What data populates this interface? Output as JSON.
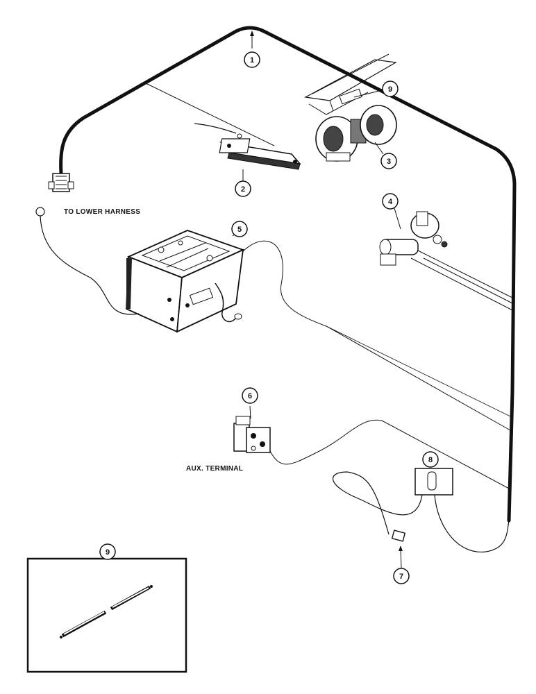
{
  "labels": {
    "lower_harness": "TO LOWER HARNESS",
    "aux_terminal": "AUX. TERMINAL"
  },
  "callouts": {
    "c1": "1",
    "c2": "2",
    "c3": "3",
    "c4": "4",
    "c5": "5",
    "c6": "6",
    "c7": "7",
    "c8": "8",
    "c9_top": "9",
    "c9_inset": "9"
  },
  "colors": {
    "ink": "#111111",
    "paper": "#ffffff",
    "shade": "#555555"
  }
}
